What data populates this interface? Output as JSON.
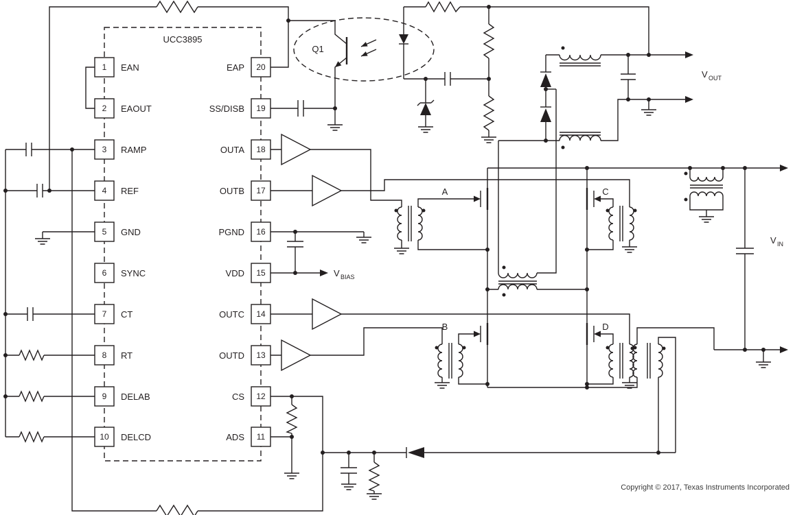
{
  "ic": {
    "title": "UCC3895",
    "left_pins": [
      {
        "num": "1",
        "name": "EAN"
      },
      {
        "num": "2",
        "name": "EAOUT"
      },
      {
        "num": "3",
        "name": "RAMP"
      },
      {
        "num": "4",
        "name": "REF"
      },
      {
        "num": "5",
        "name": "GND"
      },
      {
        "num": "6",
        "name": "SYNC"
      },
      {
        "num": "7",
        "name": "CT"
      },
      {
        "num": "8",
        "name": "RT"
      },
      {
        "num": "9",
        "name": "DELAB"
      },
      {
        "num": "10",
        "name": "DELCD"
      }
    ],
    "right_pins": [
      {
        "num": "20",
        "name": "EAP"
      },
      {
        "num": "19",
        "name": "SS/DISB"
      },
      {
        "num": "18",
        "name": "OUTA"
      },
      {
        "num": "17",
        "name": "OUTB"
      },
      {
        "num": "16",
        "name": "PGND"
      },
      {
        "num": "15",
        "name": "VDD"
      },
      {
        "num": "14",
        "name": "OUTC"
      },
      {
        "num": "13",
        "name": "OUTD"
      },
      {
        "num": "12",
        "name": "CS"
      },
      {
        "num": "11",
        "name": "ADS"
      }
    ]
  },
  "labels": {
    "optocoupler": "Q1",
    "fet_a": "A",
    "fet_b": "B",
    "fet_c": "C",
    "fet_d": "D",
    "v_out": {
      "base": "V",
      "sub": "OUT"
    },
    "v_in": {
      "base": "V",
      "sub": "IN"
    },
    "v_bias": {
      "base": "V",
      "sub": "BIAS"
    }
  },
  "footer": {
    "copyright": "Copyright © 2017, Texas Instruments Incorporated"
  },
  "colors": {
    "line": "#231f20",
    "background": "#ffffff"
  }
}
